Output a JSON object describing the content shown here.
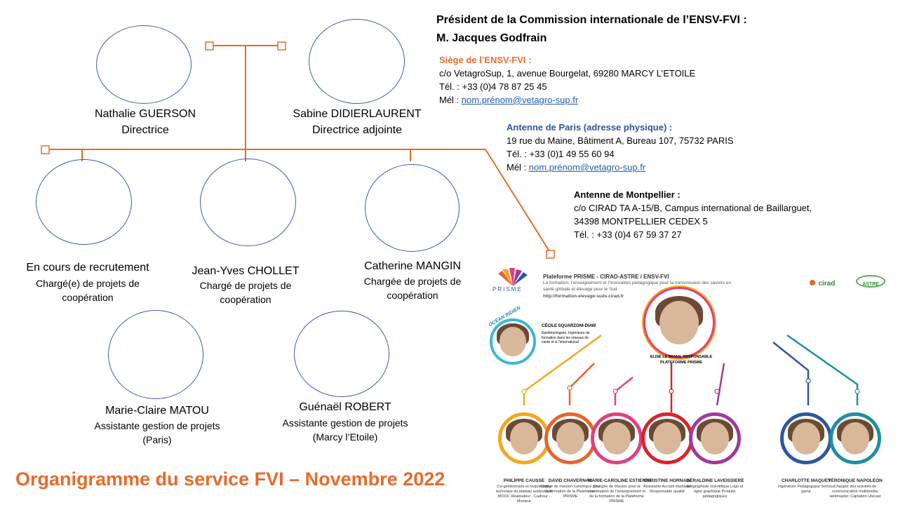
{
  "president": {
    "line1": "Président de la Commission internationale de l’ENSV-FVI :",
    "line2": "M. Jacques Godfrain"
  },
  "siege": {
    "heading": "Siège de l’ENSV-FVI :",
    "address": "c/o VetagroSup, 1, avenue Bourgelat, 69280 MARCY L’ETOILE",
    "tel": "Tél. : +33 (0)4 78 87 25 45",
    "mel_label": "Mél : ",
    "mel": "nom.prénom@vetagro-sup.fr"
  },
  "paris": {
    "heading": "Antenne de Paris (adresse physique) :",
    "address": "19 rue du Maine, Bâtiment A, Bureau 107, 75732 PARIS",
    "tel": "Tél. : +33 (0)1 49 55 60 94",
    "mel_label": "Mél : ",
    "mel": "nom.prénom@vetagro-sup.fr"
  },
  "montpellier": {
    "heading": "Antenne de Montpellier :",
    "address1": "c/o CIRAD TA A-15/B, Campus international de Baillarguet,",
    "address2": "34398 MONTPELLIER CEDEX 5",
    "tel": "Tél. : +33 (0)4 67 59 37 27"
  },
  "people": [
    {
      "name": "Nathalie GUERSON",
      "role": "Directrice"
    },
    {
      "name": "Sabine DIDIERLAURENT",
      "role": "Directrice adjointe"
    },
    {
      "name": "En cours de recrutement",
      "role": "Chargé(e) de projets de coopération"
    },
    {
      "name": "Jean-Yves CHOLLET",
      "role": "Chargé de projets de coopération"
    },
    {
      "name": "Catherine MANGIN",
      "role": "Chargée de projets de coopération"
    },
    {
      "name": "Marie-Claire MATOU",
      "role": "Assistante gestion de projets (Paris)"
    },
    {
      "name": "Guénaël ROBERT",
      "role": "Assistante gestion de projets (Marcy l’Etoile)"
    }
  ],
  "title": "Organigramme du service FVI – Novembre 2022",
  "prisme": {
    "logo": "PRISME",
    "title": "Plateforme PRISME - CIRAD-ASTRE / ENSV-FVI",
    "subtitle1": "La formation, l’enseignement et l’innovation pédagogique pour la transmission des savoirs en",
    "subtitle2": "santé globale et élevage pour le Sud",
    "url": "http://formation-elevage-suds.cirad.fr",
    "cirad": "cirad",
    "astre": "ASTRE",
    "ocean": "OCÉAN INDIEN",
    "cecile_name": "CÉCILE SQUARZONI-DIAW",
    "cecile_role": "Epidémiologiste, Ingénieure de formation dans les réseaux de santé et à l’international",
    "elise_name": "ELISE LE BIHAN, RESPONSABLE",
    "elise_role": "PLATEFORME PRISME",
    "members": [
      {
        "name": "PHILIPPE CAUSSE",
        "role": "Co-gestionnaire et responsable technique du plateau audiovisuel MOOC Réalisateur - Cadreur - Monteur",
        "color": "#f2a81d"
      },
      {
        "name": "DAVID CHAVERNAC",
        "role": "Chargé de mission numérique pour la formation de la Plateforme PRISME",
        "color": "#e8642c"
      },
      {
        "name": "MARIE-CAROLINE ESTIENNE",
        "role": "Chargée de mission pour la coordination de l’enseignement et de la formation de la Plateforme PRISME",
        "color": "#e0407e"
      },
      {
        "name": "CHRISTINE HORNAIN",
        "role": "Assistante Accueil étudiants Responsable qualité",
        "color": "#d8232a"
      },
      {
        "name": "GÉRALDINE LAVEISSIERE",
        "role": "Infographiste scientifique Logo et ligne graphique Produits pédagogiques",
        "color": "#a0399a"
      },
      {
        "name": "CHARLOTTE MAQUET",
        "role": "Ingénieure Pédagogique Serious game",
        "color": "#2f55a4"
      },
      {
        "name": "VÉRONIQUE NAPOLÉON",
        "role": "Chargée des activités de communication multimédia, webmaster, Captation Ubicast",
        "color": "#1d8fa0"
      }
    ]
  }
}
